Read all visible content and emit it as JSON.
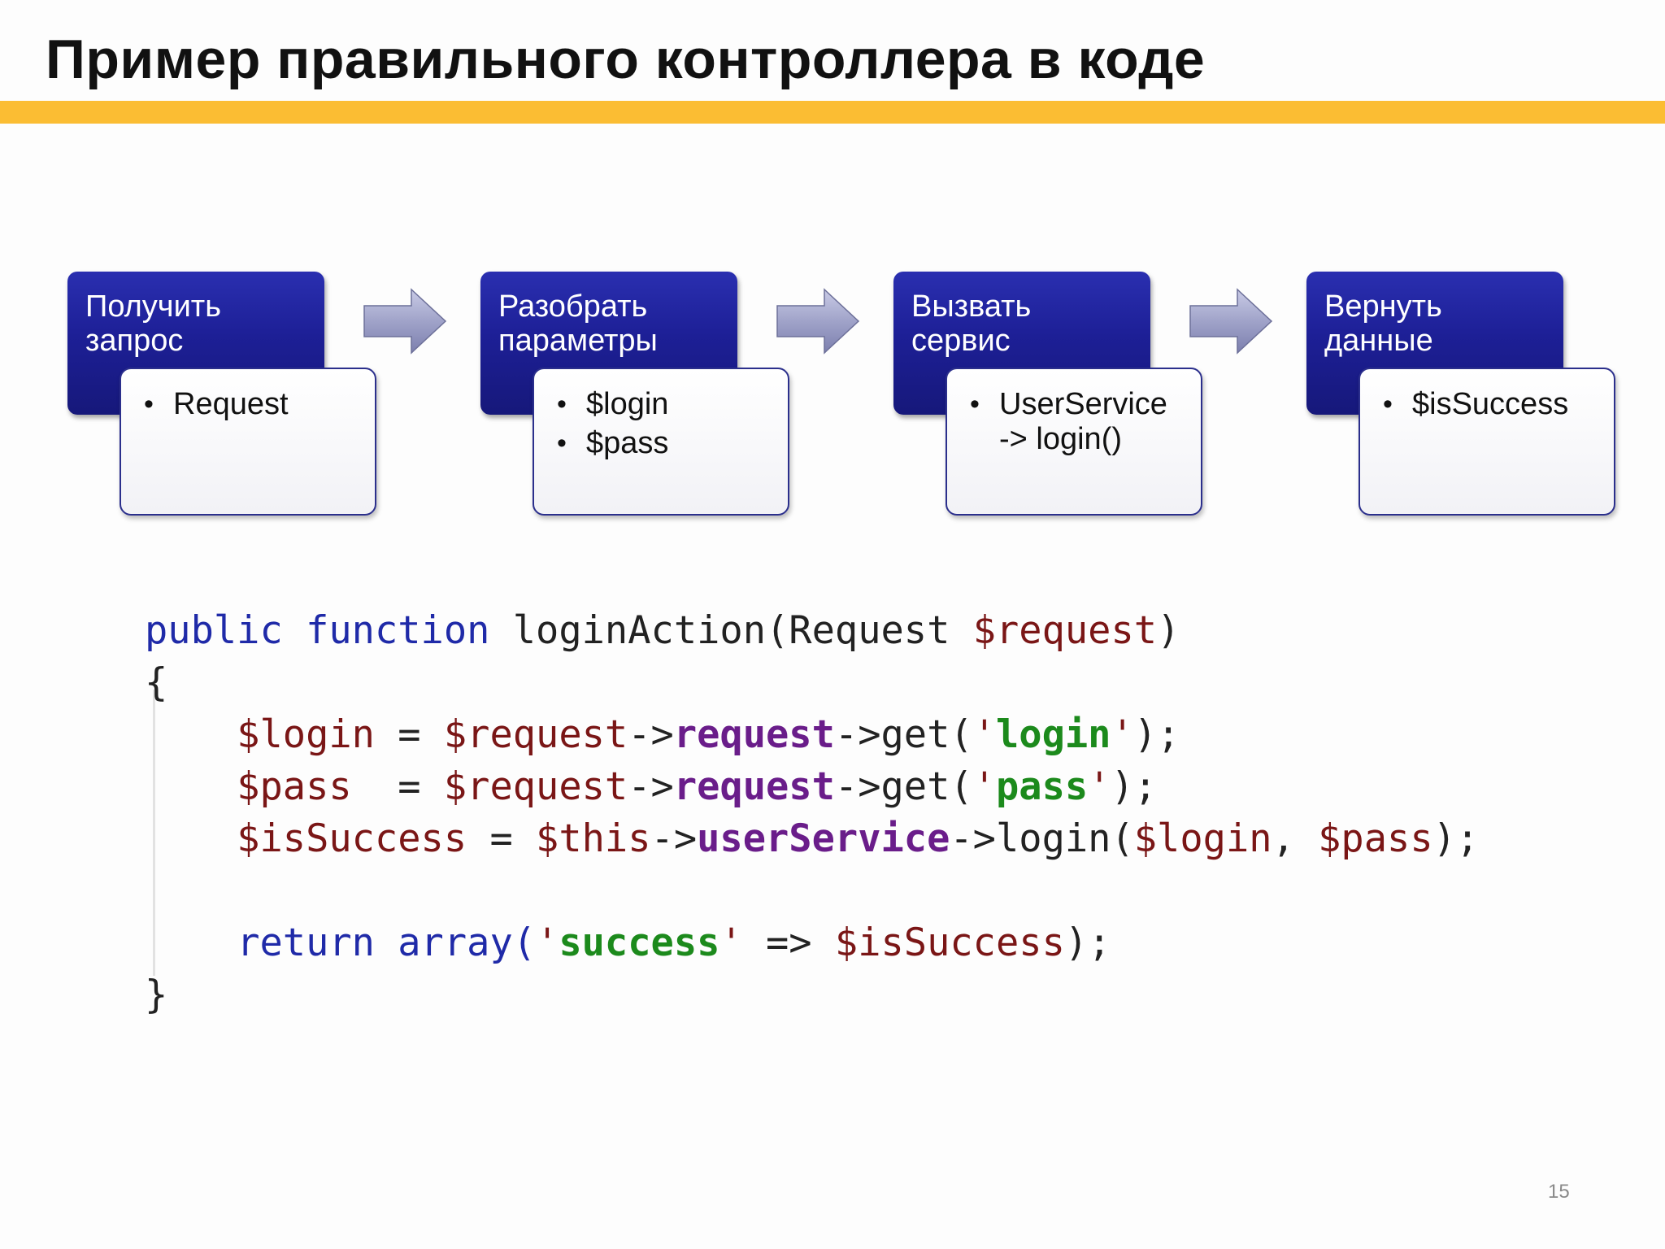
{
  "slide": {
    "title": "Пример правильного контроллера в коде",
    "page_number": "15",
    "accent_color": "#fbbd33",
    "step_color": "#1d1f96"
  },
  "steps": [
    {
      "head": "Получить\nзапрос",
      "items": [
        "Request"
      ]
    },
    {
      "head": "Разобрать\nпараметры",
      "items": [
        "$login",
        "$pass"
      ]
    },
    {
      "head": "Вызвать\nсервис",
      "items": [
        "UserService\n-> login()"
      ]
    },
    {
      "head": "Вернуть\nданные",
      "items": [
        "$isSuccess"
      ]
    }
  ],
  "arrows": [
    "arrow-right-icon",
    "arrow-right-icon",
    "arrow-right-icon"
  ],
  "code": {
    "line1": {
      "kw1": "public",
      "kw2": "function",
      "name": "loginAction(Request",
      "var": "$request",
      "end": ")"
    },
    "open_brace": "{",
    "line2": {
      "var1": "$login",
      "assign": " = ",
      "var2": "$request",
      "arrow1": "->",
      "prop": "request",
      "arrow2": "->get(",
      "q1": "'",
      "str": "login",
      "q2": "'",
      "end": ");"
    },
    "line3": {
      "var1": "$pass",
      "assign": "  = ",
      "var2": "$request",
      "arrow1": "->",
      "prop": "request",
      "arrow2": "->get(",
      "q1": "'",
      "str": "pass",
      "q2": "'",
      "end": ");"
    },
    "line4": {
      "var1": "$isSuccess",
      "assign": " = ",
      "var2": "$this",
      "arrow1": "->",
      "prop": "userService",
      "arrow2": "->login(",
      "var3": "$login",
      "comma": ", ",
      "var4": "$pass",
      "end": ");"
    },
    "line5": {
      "kw": "return",
      "fn": "array(",
      "q1": "'",
      "str": "success",
      "q2": "'",
      "op": " => ",
      "var": "$isSuccess",
      "end": ");"
    },
    "close_brace": "}"
  }
}
